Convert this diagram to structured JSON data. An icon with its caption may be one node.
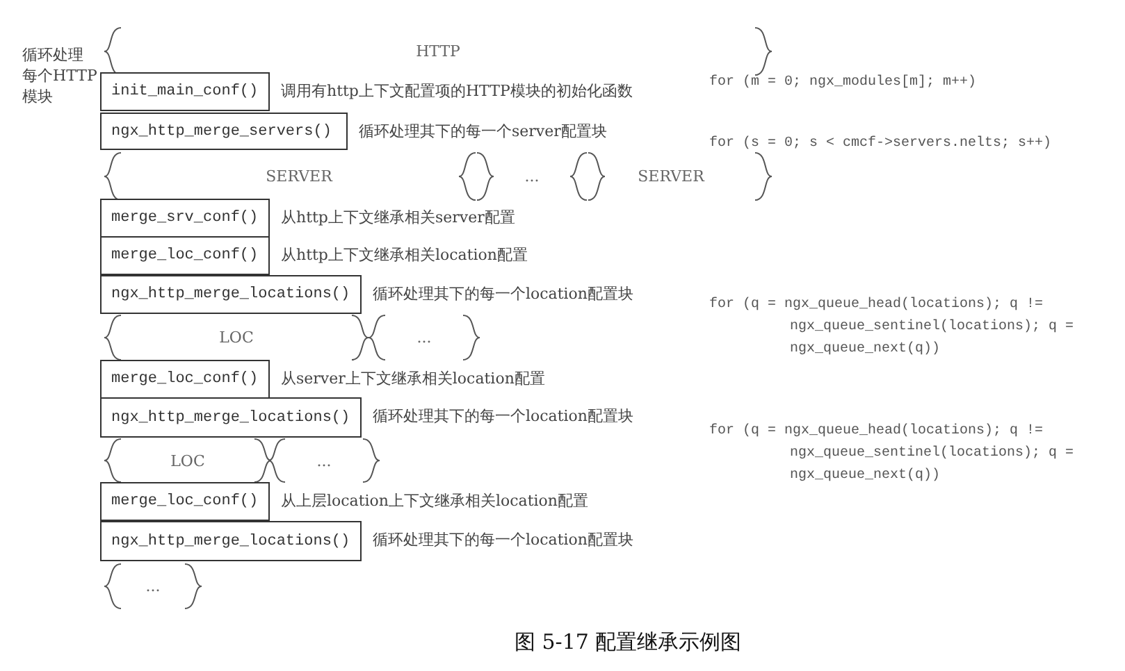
{
  "diagram": {
    "caption": "图 5-17 配置继承示例图",
    "nodes": [
      {
        "text": [
          "HTTP"
        ],
        "beside": [
          "循环处理每个HTTP模块"
        ]
      },
      {
        "text": [
          "init_main_conf()"
        ],
        "beside": [
          "调用有http上下文配置项的HTTP模块的初始化函数"
        ]
      },
      {
        "text": [
          "ngx_http_merge_servers()"
        ],
        "beside": [
          "循环处理其下的每一个server配置块"
        ]
      },
      {
        "text": [
          "SERVER"
        ]
      },
      {
        "text": [
          "..."
        ]
      },
      {
        "text": [
          "SERVER"
        ]
      },
      {
        "text": [
          "merge_srv_conf()"
        ],
        "beside": [
          "从http上下文继承相关server配置"
        ]
      },
      {
        "text": [
          "merge_loc_conf()"
        ],
        "beside": [
          "从http上下文继承相关location配置"
        ]
      },
      {
        "text": [
          "ngx_http_merge_locations()"
        ],
        "beside": [
          "循环处理其下的每一个location配置块"
        ]
      },
      {
        "text": [
          "LOC"
        ]
      },
      {
        "text": [
          "..."
        ]
      },
      {
        "text": [
          "merge_loc_conf()"
        ],
        "beside": [
          "从server上下文继承相关location配置"
        ]
      },
      {
        "text": [
          "ngx_http_merge_locations()"
        ],
        "beside": [
          "循环处理其下的每一个location配置块"
        ]
      },
      {
        "text": [
          "LOC"
        ]
      },
      {
        "text": [
          "..."
        ]
      },
      {
        "text": [
          "merge_loc_conf()"
        ],
        "beside": [
          "从上层location上下文继承相关location配置"
        ]
      },
      {
        "text": [
          "ngx_http_merge_locations()"
        ],
        "beside": [
          "循环处理其下的每一个location配置块"
        ]
      },
      {
        "text": [
          "..."
        ]
      }
    ],
    "labels": [
      "for (m = 0; ngx_modules[m]; m++)",
      "for (s = 0; s < cmcf->servers.nelts; s++)",
      "for (q = ngx_queue_head(locations); q != ngx_queue_sentinel(locations); q = ngx_queue_next(q))",
      "for (q = ngx_queue_head(locations); q != ngx_queue_sentinel(locations); q = ngx_queue_next(q))"
    ]
  }
}
